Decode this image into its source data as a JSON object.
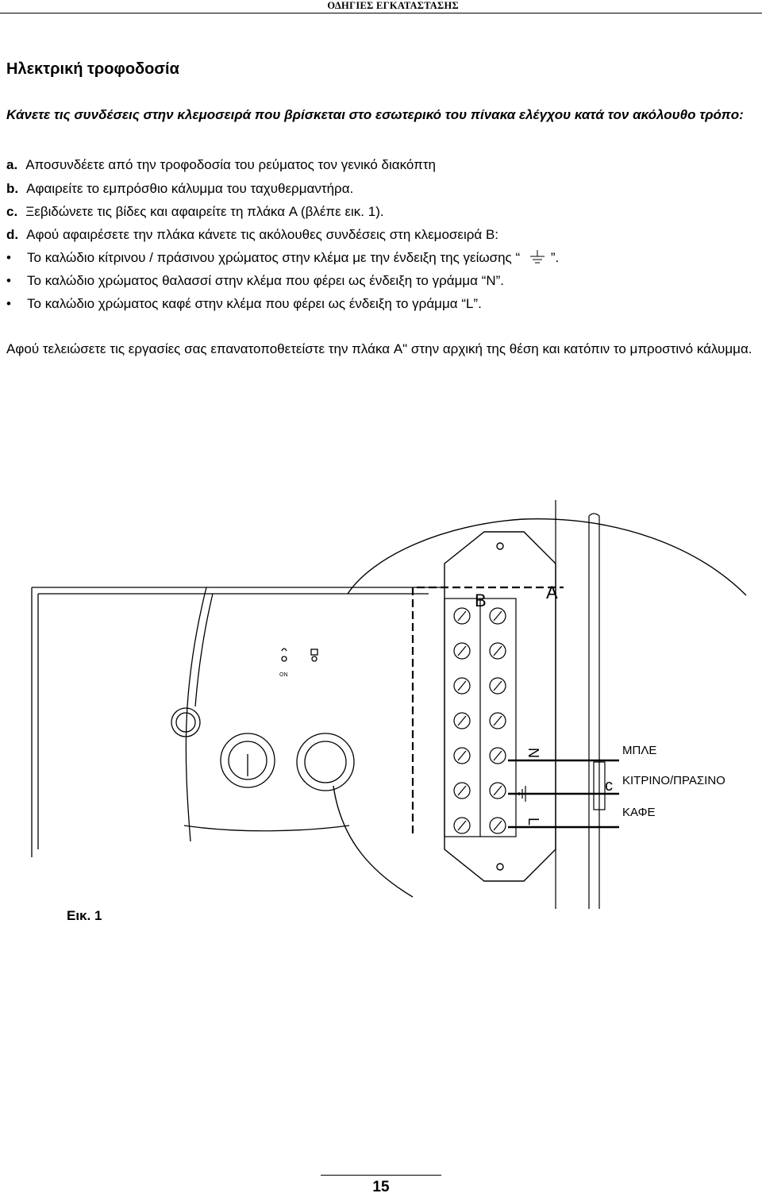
{
  "header": {
    "running_title": "ΟΔΗΓΙΕΣ ΕΓΚΑΤΑΣΤΑΣΗΣ"
  },
  "title": "Ηλεκτρική τροφοδοσία",
  "intro": "Κάνετε τις συνδέσεις στην κλεμοσειρά που βρίσκεται στο εσωτερικό του πίνακα ελέγχου κατά τον ακόλουθο τρόπο:",
  "steps": [
    {
      "marker": "a.",
      "text": "Αποσυνδέετε από την τροφοδοσία του ρεύματος τον γενικό διακόπτη"
    },
    {
      "marker": "b.",
      "text": "Αφαιρείτε το εμπρόσθιο κάλυμμα του ταχυθερμαντήρα."
    },
    {
      "marker": "c.",
      "text": "Ξεβιδώνετε τις βίδες και αφαιρείτε τη πλάκα A (βλέπε εικ. 1)."
    },
    {
      "marker": "d.",
      "text": "Αφού αφαιρέσετε την πλάκα κάνετε τις ακόλουθες συνδέσεις στη κλεμοσειρά B:"
    }
  ],
  "bullets": [
    {
      "text": "Το καλώδιο κίτρινου / πράσινου χρώματος στην κλέμα με την ένδειξη της γείωσης “",
      "suffix": "”."
    },
    {
      "text": "Το καλώδιο χρώματος θαλασσί στην κλέμα που φέρει ως ένδειξη το γράμμα “N”."
    },
    {
      "text": "Το καλώδιο χρώματος καφέ στην κλέμα που φέρει ως ένδειξη το γράμμα “L”."
    }
  ],
  "outro": "Αφού τελειώσετε τις εργασίες σας επανατοποθετείστε την πλάκα A\" στην αρχική της θέση και κατόπιν το μπροστινό κάλυμμα.",
  "figure": {
    "label_b": "B",
    "label_a": "A",
    "terminal_n": "N",
    "terminal_l": "L",
    "label_c": "c",
    "on_label": "ON",
    "wire_blue": "ΜΠΛΕ",
    "wire_yellow_green": "ΚΙΤΡΙΝΟ/ΠΡΑΣΙΝΟ",
    "wire_brown": "ΚΑΦΕ"
  },
  "figure_caption": "Εικ. 1",
  "page_number": "15"
}
